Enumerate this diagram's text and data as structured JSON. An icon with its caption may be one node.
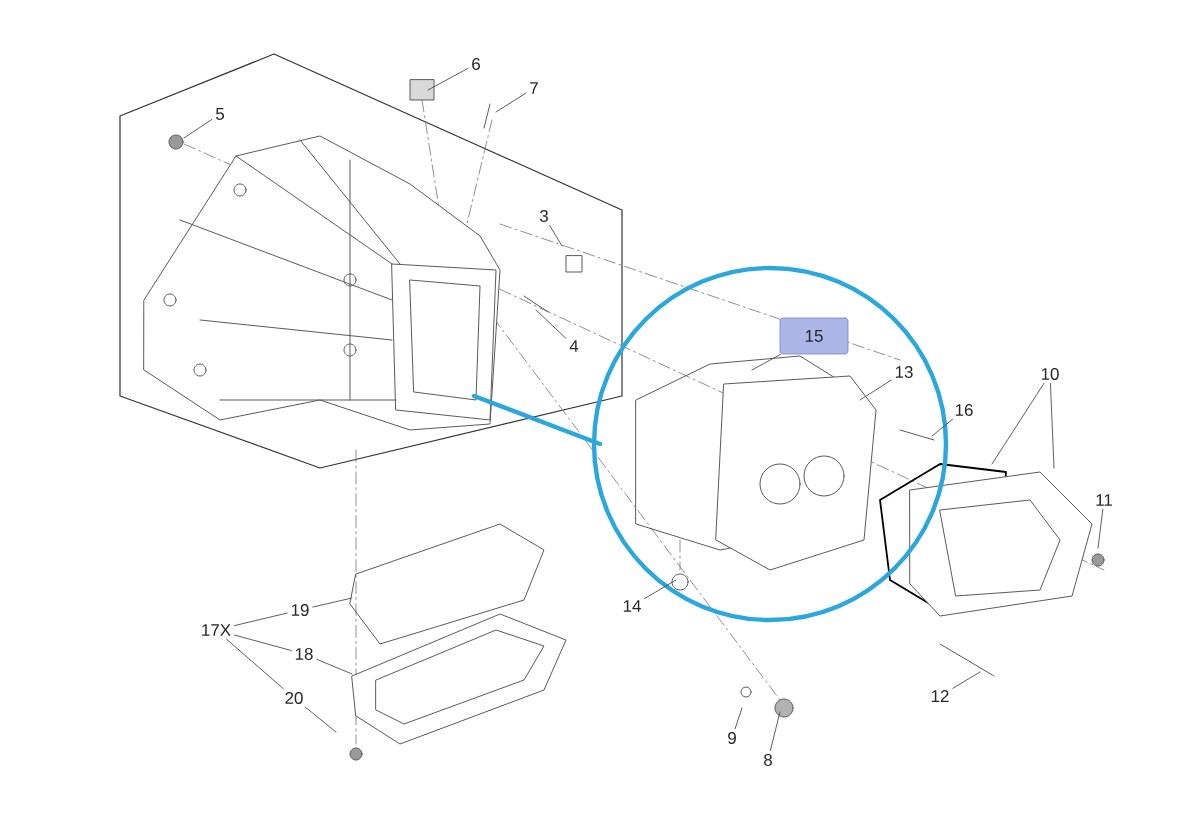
{
  "diagram": {
    "nodes": [
      {
        "text": [
          "6"
        ]
      },
      {
        "text": [
          "7"
        ]
      },
      {
        "text": [
          "5"
        ]
      },
      {
        "text": [
          "3"
        ]
      },
      {
        "text": [
          "4"
        ]
      },
      {
        "text": [
          "15"
        ]
      },
      {
        "text": [
          "13"
        ]
      },
      {
        "text": [
          "10"
        ]
      },
      {
        "text": [
          "16"
        ]
      },
      {
        "text": [
          "11"
        ]
      },
      {
        "text": [
          "19"
        ]
      },
      {
        "text": [
          "17X"
        ]
      },
      {
        "text": [
          "18"
        ]
      },
      {
        "text": [
          "14"
        ]
      },
      {
        "text": [
          "20"
        ]
      },
      {
        "text": [
          "12"
        ]
      },
      {
        "text": [
          "9"
        ]
      },
      {
        "text": [
          "8"
        ]
      }
    ],
    "edges": [
      {
        "from": 0,
        "to": null,
        "arrow": "none"
      },
      {
        "from": 1,
        "to": null,
        "arrow": "none"
      },
      {
        "from": 2,
        "to": null,
        "arrow": "none"
      },
      {
        "from": 3,
        "to": null,
        "arrow": "none"
      },
      {
        "from": 4,
        "to": null,
        "arrow": "none"
      },
      {
        "from": 5,
        "to": null,
        "arrow": "none"
      },
      {
        "from": 6,
        "to": null,
        "arrow": "none"
      },
      {
        "from": 7,
        "to": null,
        "arrow": "none"
      },
      {
        "from": 7,
        "to": null,
        "arrow": "none"
      },
      {
        "from": 8,
        "to": null,
        "arrow": "none"
      },
      {
        "from": 9,
        "to": null,
        "arrow": "none"
      },
      {
        "from": 11,
        "to": 10,
        "arrow": "none"
      },
      {
        "from": 11,
        "to": 12,
        "arrow": "none"
      },
      {
        "from": 11,
        "to": 14,
        "arrow": "none"
      },
      {
        "from": 10,
        "to": null,
        "arrow": "none"
      },
      {
        "from": 12,
        "to": null,
        "arrow": "none"
      },
      {
        "from": 14,
        "to": null,
        "arrow": "none"
      },
      {
        "from": 13,
        "to": null,
        "arrow": "none"
      },
      {
        "from": 15,
        "to": null,
        "arrow": "none"
      },
      {
        "from": 16,
        "to": null,
        "arrow": "none"
      },
      {
        "from": 17,
        "to": null,
        "arrow": "none"
      }
    ]
  }
}
